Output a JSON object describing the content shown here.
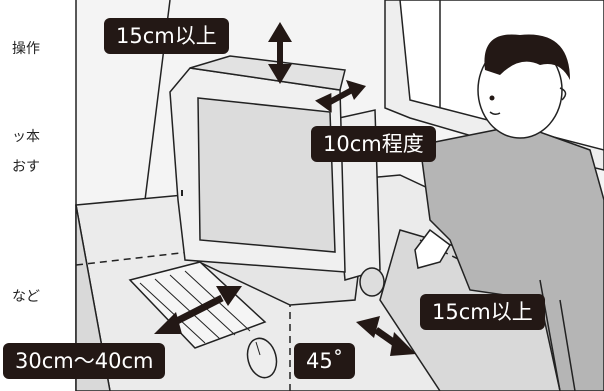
{
  "side_text": [
    "操作",
    "ッ本",
    "おす",
    "など"
  ],
  "labels": {
    "top_clearance": "15cm以上",
    "back_clearance": "10cm程度",
    "side_clearance": "15cm以上",
    "screen_distance": "30cm〜40cm",
    "screen_angle": "45˚"
  },
  "colors": {
    "label_bg": "#231815",
    "label_text": "#ffffff",
    "line": "#222222",
    "floor": "#d9d9d9",
    "desk": "#ebebeb",
    "wall": "#f4f4f4",
    "sweater": "#b5b5b5"
  }
}
